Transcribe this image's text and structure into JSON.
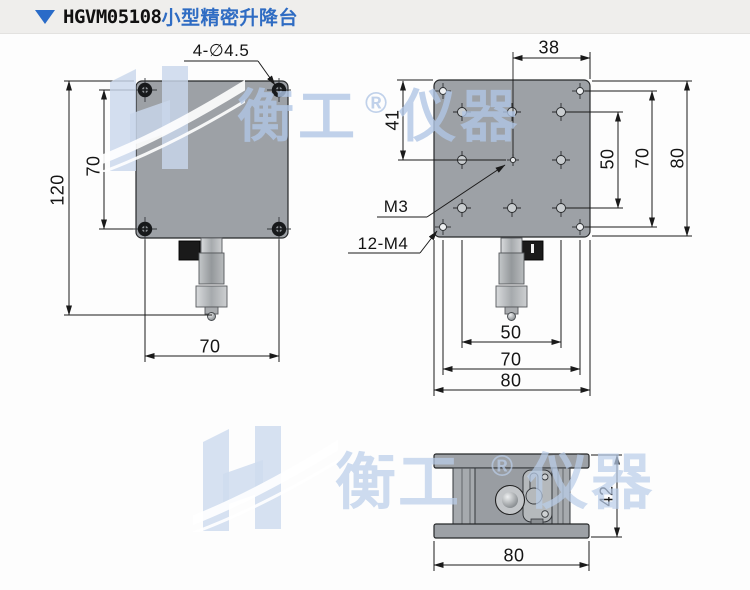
{
  "header": {
    "model": "HGVM05108",
    "product_name": "小型精密升降台"
  },
  "watermark": {
    "cn_left": "衡工",
    "reg": "®",
    "cn_right": "仪器"
  },
  "front_view": {
    "hole_callout": "4-∅4.5",
    "dim_overall_height": "120",
    "dim_hole_pitch_vertical": "70",
    "dim_hole_pitch_horizontal": "70"
  },
  "top_view": {
    "dim_center_offset": "38",
    "dim_top_row_offset": "41",
    "dim_grid_pitch_right": "50",
    "dim_corner_pitch_right": "70",
    "dim_overall_right": "80",
    "callout_center_hole": "M3",
    "callout_thread_holes": "12-M4",
    "dim_grid_pitch_bottom": "50",
    "dim_corner_pitch_bottom": "70",
    "dim_overall_bottom": "80"
  },
  "side_view": {
    "dim_height": "42",
    "dim_width": "80"
  },
  "colors": {
    "accent_blue": "#2a6bc8",
    "plate_gray": "#9da1a6",
    "watermark_blue": "#c9d7eb"
  }
}
